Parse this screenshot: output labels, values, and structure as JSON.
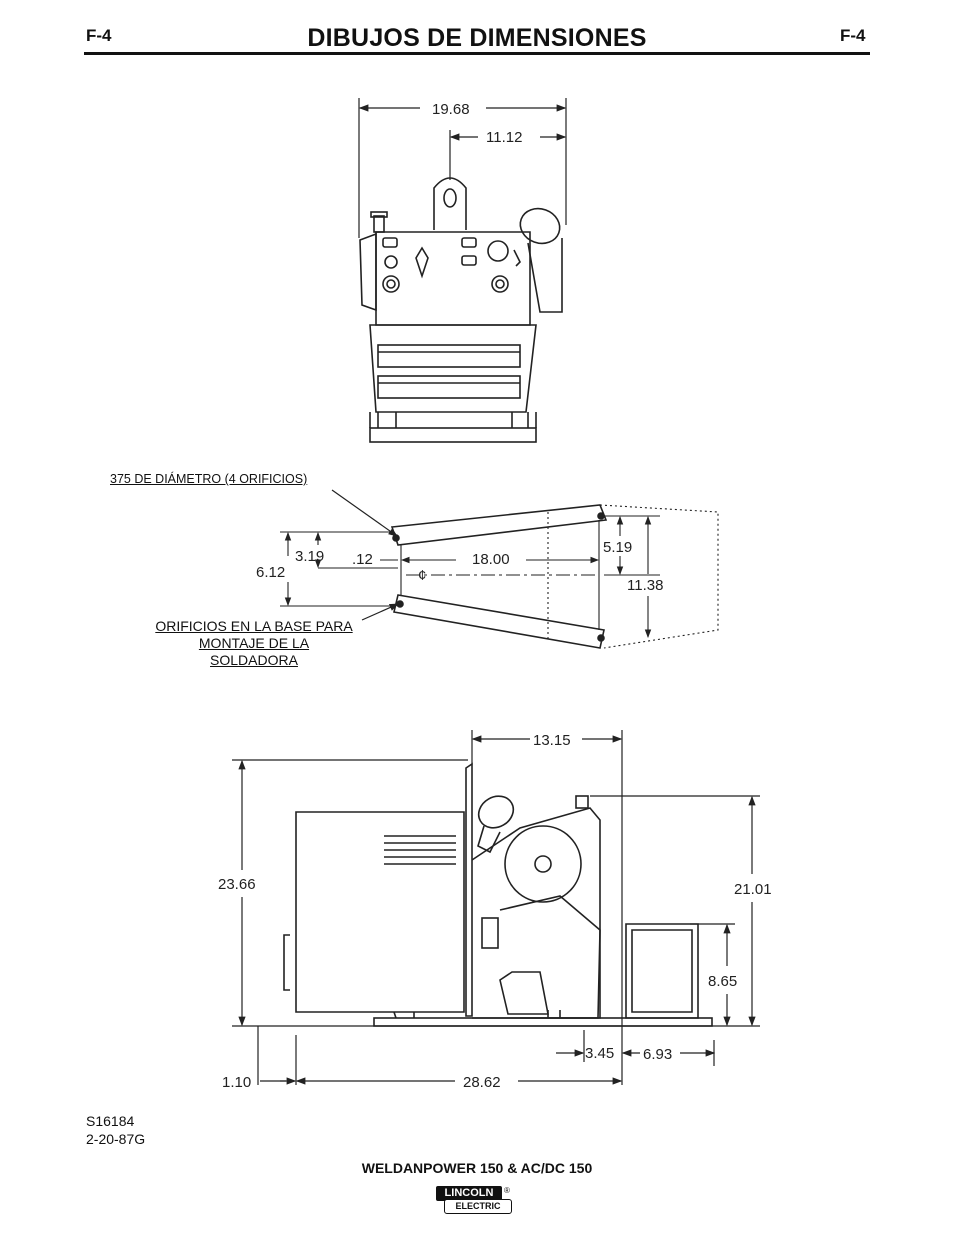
{
  "header": {
    "page_code_left": "F-4",
    "page_code_right": "F-4",
    "title": "DIBUJOS DE DIMENSIONES"
  },
  "top_view": {
    "dim_overall_width": "19.68",
    "dim_lift_bail": "11.12"
  },
  "base_view": {
    "hole_note": "375 DE DIÁMETRO (4 ORIFICIOS)",
    "dim_hole_offset": "3.19",
    "dim_hole_spacing_front": "6.12",
    "dim_edge": ".12",
    "dim_length": "18.00",
    "dim_hole_offset_rear": "5.19",
    "dim_width_rear": "11.38",
    "centerline_symbol": "¢",
    "mount_note_line1": "ORIFICIOS EN LA BASE PARA",
    "mount_note_line2": "MONTAJE DE LA",
    "mount_note_line3": "SOLDADORA"
  },
  "side_view": {
    "dim_top_rear": "13.15",
    "dim_total_height": "23.66",
    "dim_engine_height": "21.01",
    "dim_tank_height": "8.65",
    "dim_offset_a": "3.45",
    "dim_offset_b": "6.93",
    "dim_front_overhang": "1.10",
    "dim_total_length": "28.62"
  },
  "reference": {
    "drawing_number": "S16184",
    "revision": "2-20-87G"
  },
  "footer": {
    "model": "WELDANPOWER 150 & AC/DC 150",
    "logo_top": "LINCOLN",
    "logo_bottom": "ELECTRIC",
    "logo_reg": "®"
  }
}
